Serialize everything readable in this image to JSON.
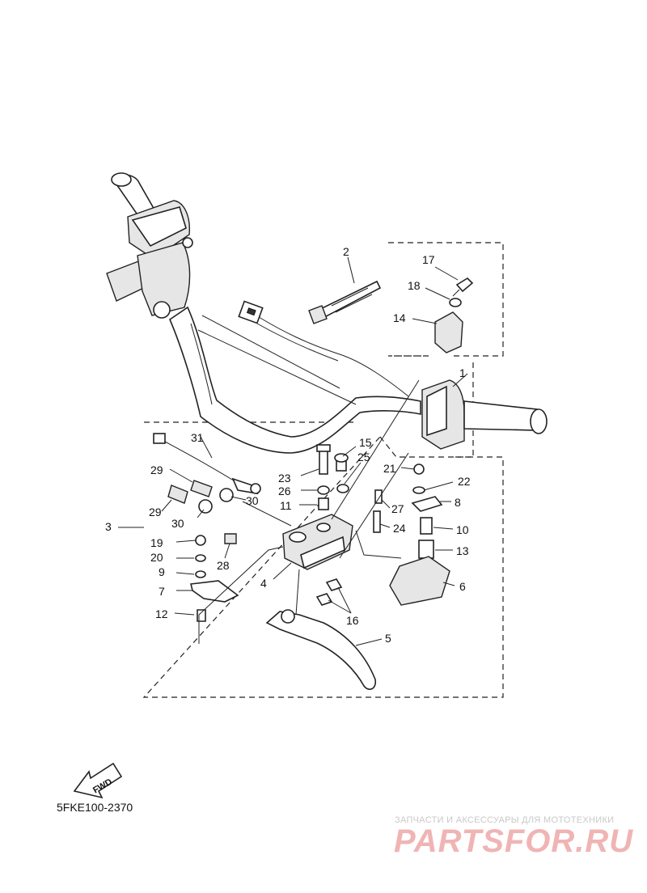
{
  "diagram_code": "5FKE100-2370",
  "fwd_label": "FWD",
  "watermark": {
    "caption": "ЗАПЧАСТИ И АКСЕССУАРЫ ДЛЯ МОТОТЕХНИКИ",
    "logo": "PARTSFOR.RU"
  },
  "callouts": [
    "1",
    "2",
    "3",
    "4",
    "5",
    "6",
    "7",
    "8",
    "9",
    "10",
    "11",
    "12",
    "13",
    "14",
    "15",
    "16",
    "17",
    "18",
    "19",
    "20",
    "21",
    "22",
    "23",
    "24",
    "25",
    "26",
    "27",
    "28",
    "29",
    "29",
    "30",
    "30",
    "31"
  ]
}
